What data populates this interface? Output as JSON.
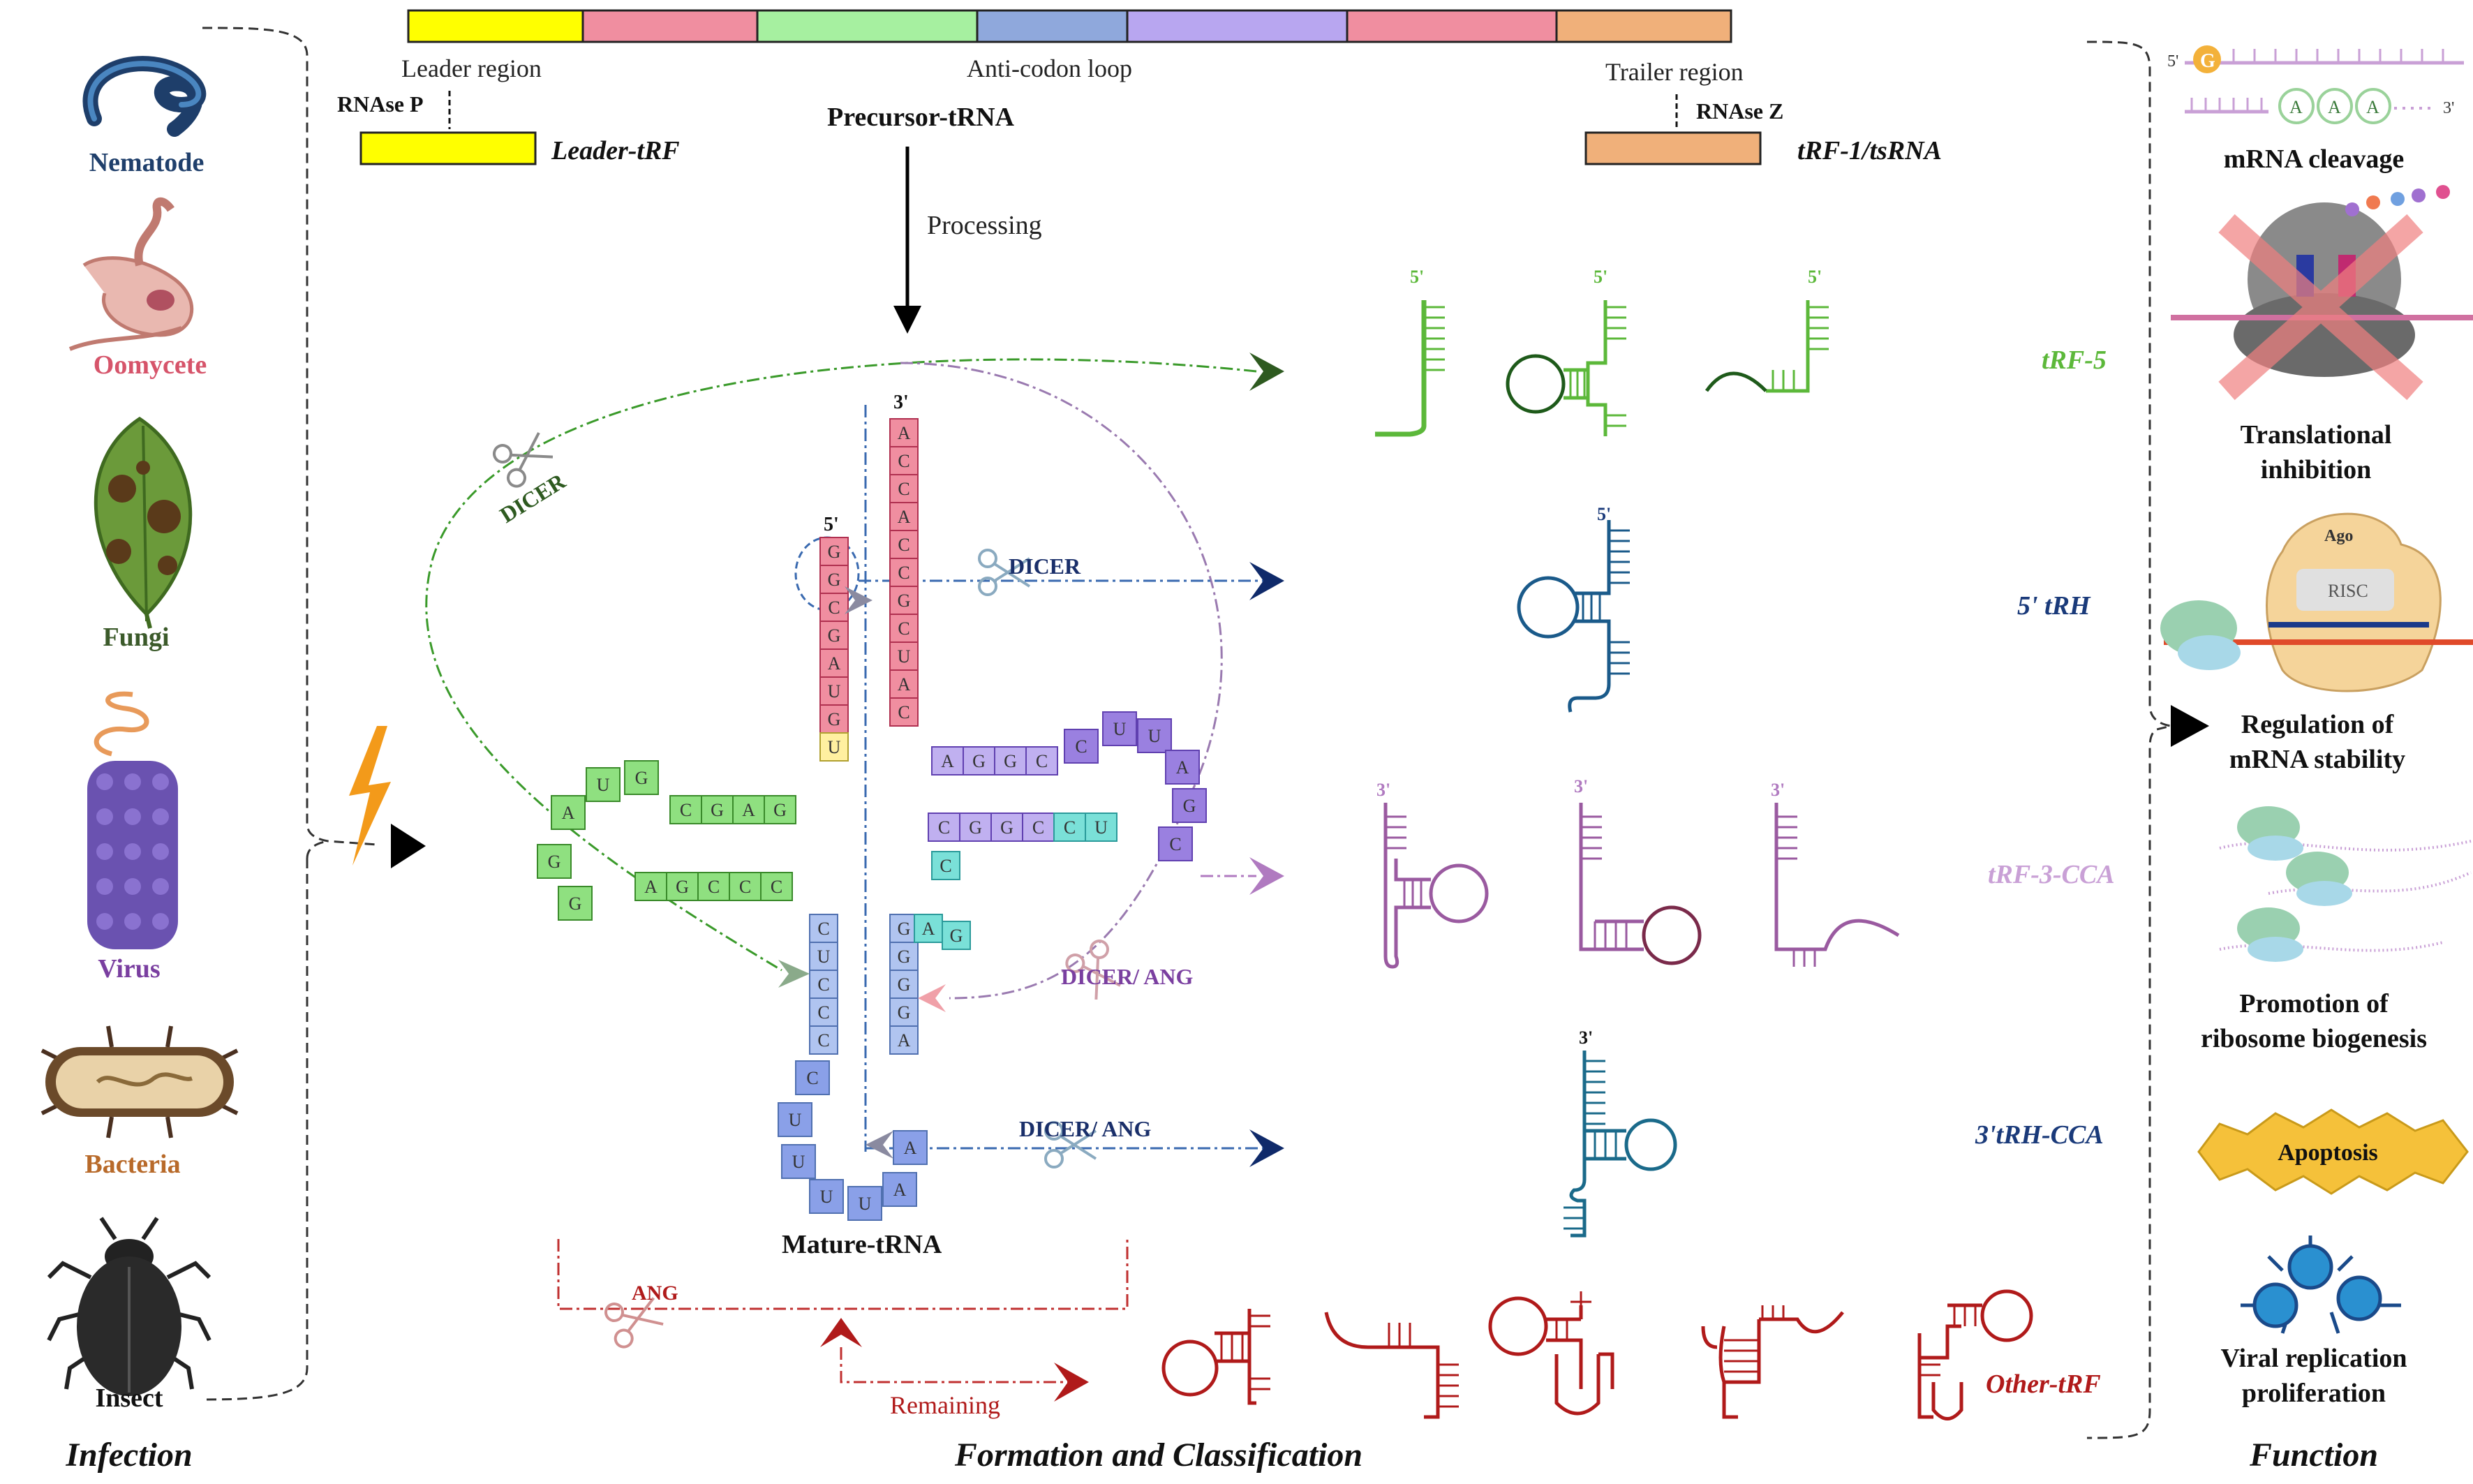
{
  "left_panel": {
    "title": "Infection",
    "pathogens": [
      {
        "label": "Nematode",
        "color": "#1f3f6b",
        "icon": "nematode-icon"
      },
      {
        "label": "Oomycete",
        "color": "#d6546a",
        "icon": "oomycete-icon"
      },
      {
        "label": "Fungi",
        "color": "#3b5a2a",
        "icon": "fungi-leaf-icon"
      },
      {
        "label": "Virus",
        "color": "#7a3fa0",
        "icon": "virus-icon"
      },
      {
        "label": "Bacteria",
        "color": "#b86a2a",
        "icon": "bacteria-icon"
      },
      {
        "label": "Insect",
        "color": "#111111",
        "icon": "beetle-icon"
      }
    ]
  },
  "center_panel": {
    "title": "Formation and Classification",
    "precursor": {
      "leader_region": "Leader region",
      "anticodon_loop": "Anti-codon loop",
      "trailer_region": "Trailer region",
      "rnase_p": "RNAse P",
      "rnase_z": "RNAse Z",
      "leader_trf": "Leader-tRF",
      "trf1": "tRF-1/tsRNA",
      "label": "Precursor-tRNA",
      "processing": "Processing",
      "segment_colors": [
        "#ffff00",
        "#f08ea0",
        "#a6f0a0",
        "#8fa8dc",
        "#b8a6f0",
        "#f08ea0",
        "#f0b07a"
      ]
    },
    "mature": {
      "label": "Mature-tRNA",
      "five_prime": "5'",
      "three_prime": "3'",
      "acceptor_3": [
        "A",
        "C",
        "C",
        "A",
        "C",
        "C",
        "G",
        "C",
        "U",
        "A",
        "C"
      ],
      "acceptor_5": [
        "G",
        "G",
        "C",
        "G",
        "A",
        "U",
        "G",
        "U"
      ],
      "d_arm_top": [
        "C",
        "G",
        "A",
        "G"
      ],
      "d_loop": [
        "A",
        "U",
        "G",
        "G",
        "G"
      ],
      "d_arm_bottom": [
        "A",
        "G",
        "C",
        "C",
        "C"
      ],
      "anticodon_stem_5": [
        "C",
        "U",
        "C",
        "C",
        "C"
      ],
      "anticodon_loop": [
        "C",
        "U",
        "U",
        "U",
        "U",
        "A",
        "A"
      ],
      "anticodon_stem_3": [
        "G",
        "G",
        "G",
        "G",
        "A"
      ],
      "variable_loop": [
        "C",
        "A",
        "G"
      ],
      "t_arm_top": [
        "A",
        "G",
        "G",
        "C"
      ],
      "t_loop": [
        "C",
        "U",
        "U",
        "A",
        "G",
        "C"
      ],
      "t_arm_bottom": [
        "C",
        "G",
        "G",
        "C",
        "C",
        "U"
      ]
    },
    "enzymes": {
      "dicer_1": "DICER",
      "dicer_2": "DICER",
      "dicer_ang_1": "DICER/ ANG",
      "dicer_ang_2": "DICER/ ANG",
      "ang": "ANG",
      "remaining": "Remaining"
    },
    "classes": [
      {
        "label": "tRF-5",
        "color": "#5cb83a"
      },
      {
        "label": "5' tRH",
        "color": "#1a3a7a"
      },
      {
        "label": "tRF-3-CCA",
        "color": "#b07ac0"
      },
      {
        "label": "3'tRH-CCA",
        "color": "#1a3a7a"
      },
      {
        "label": "Other-tRF",
        "color": "#b01a1a"
      }
    ],
    "end_5": "5'",
    "end_3": "3'"
  },
  "right_panel": {
    "title": "Function",
    "functions": [
      {
        "label_1": "mRNA cleavage",
        "label_2": ""
      },
      {
        "label_1": "Translational",
        "label_2": "inhibition"
      },
      {
        "label_1": "Regulation of",
        "label_2": "mRNA stability"
      },
      {
        "label_1": "Promotion of",
        "label_2": "ribosome biogenesis"
      },
      {
        "label_1": "Viral replication",
        "label_2": "proliferation"
      }
    ],
    "apoptosis": "Apoptosis",
    "mrna_5": "5'",
    "mrna_3": "3'",
    "mrna_g": "G",
    "mrna_a": "A",
    "ago": "Ago",
    "risc": "RISC"
  }
}
